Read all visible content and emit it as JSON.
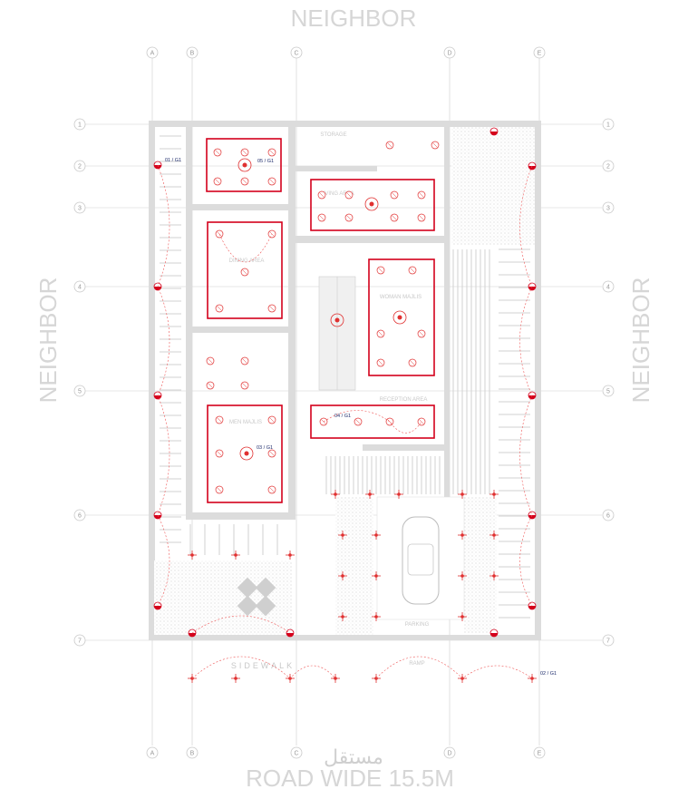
{
  "labels": {
    "top": "NEIGHBOR",
    "left": "NEIGHBOR",
    "right": "NEIGHBOR",
    "bottom": "ROAD WIDE 15.5M"
  },
  "grid": {
    "columns": [
      "A",
      "B",
      "C",
      "D",
      "E"
    ],
    "rows": [
      "1",
      "2",
      "3",
      "4",
      "5",
      "6",
      "7"
    ]
  },
  "rooms": {
    "storage": "STORAGE",
    "living_area": "LIVING AREA",
    "dining_area": "DINING AREA",
    "woman_majlis": "WOMAN MAJLIS",
    "reception_area": "RECEPTION AREA",
    "men_majlis": "MEN MAJLIS",
    "parking": "PARKING",
    "ramp": "RAMP",
    "sidewalk": "SIDEWALK"
  },
  "circuits": {
    "c01": "01 / G1",
    "c02": "02 / G1",
    "c03": "03 / G1",
    "c04": "04 / G1",
    "c05": "05 / G1"
  },
  "watermark": "مستقل"
}
